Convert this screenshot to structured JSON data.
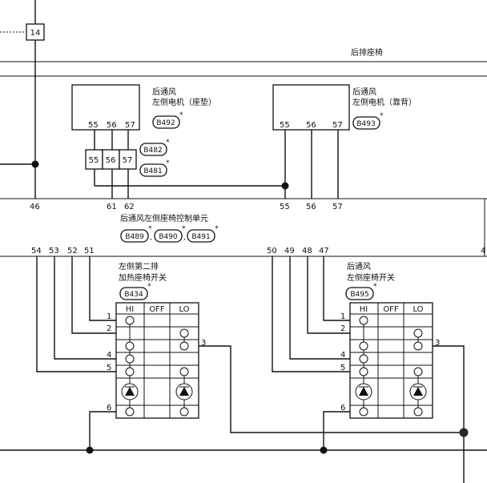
{
  "colors": {
    "line": "#111111",
    "background": "#ffffff",
    "marker_dot": "#1c2a3a"
  },
  "top_ref": {
    "number": "14"
  },
  "section_title": "后排座椅",
  "motor_cushion": {
    "line1": "后通风",
    "line2": "左侧电机（座垫）",
    "pins": [
      "55",
      "56",
      "57"
    ],
    "connector": "B492",
    "mark": "*"
  },
  "motor_back": {
    "line1": "后通风",
    "line2": "左侧电机（靠背）",
    "pins": [
      "55",
      "56",
      "57"
    ],
    "connector": "B493",
    "mark": "*"
  },
  "mid_connector": {
    "pins": [
      "55",
      "56",
      "57"
    ],
    "connector_a": "B482",
    "connector_b": "B481",
    "mark": "*"
  },
  "upper_pins": {
    "p46": "46",
    "p61": "61",
    "p62": "62",
    "p55": "55",
    "p56": "56",
    "p57": "57"
  },
  "control_unit": {
    "title": "后通风左侧座椅控制单元",
    "connectors": [
      "B489",
      "B490",
      "B491"
    ],
    "mark": "*",
    "sep": ","
  },
  "lower_pins": {
    "p54": "54",
    "p53": "53",
    "p52": "52",
    "p51": "51",
    "p50": "50",
    "p49": "49",
    "p48": "48",
    "p47": "47",
    "p4": "4"
  },
  "switch_left": {
    "line1": "左侧第二排",
    "line2": "加热座椅开关",
    "connector": "B434",
    "mark": "*",
    "headers": [
      "HI",
      "OFF",
      "LO"
    ],
    "terminals": [
      "1",
      "2",
      "3",
      "4",
      "5",
      "6"
    ]
  },
  "switch_right": {
    "line1": "后通风",
    "line2": "左侧座椅开关",
    "connector": "B495",
    "mark": "*",
    "headers": [
      "HI",
      "OFF",
      "LO"
    ],
    "terminals": [
      "1",
      "2",
      "3",
      "4",
      "5",
      "6"
    ]
  }
}
